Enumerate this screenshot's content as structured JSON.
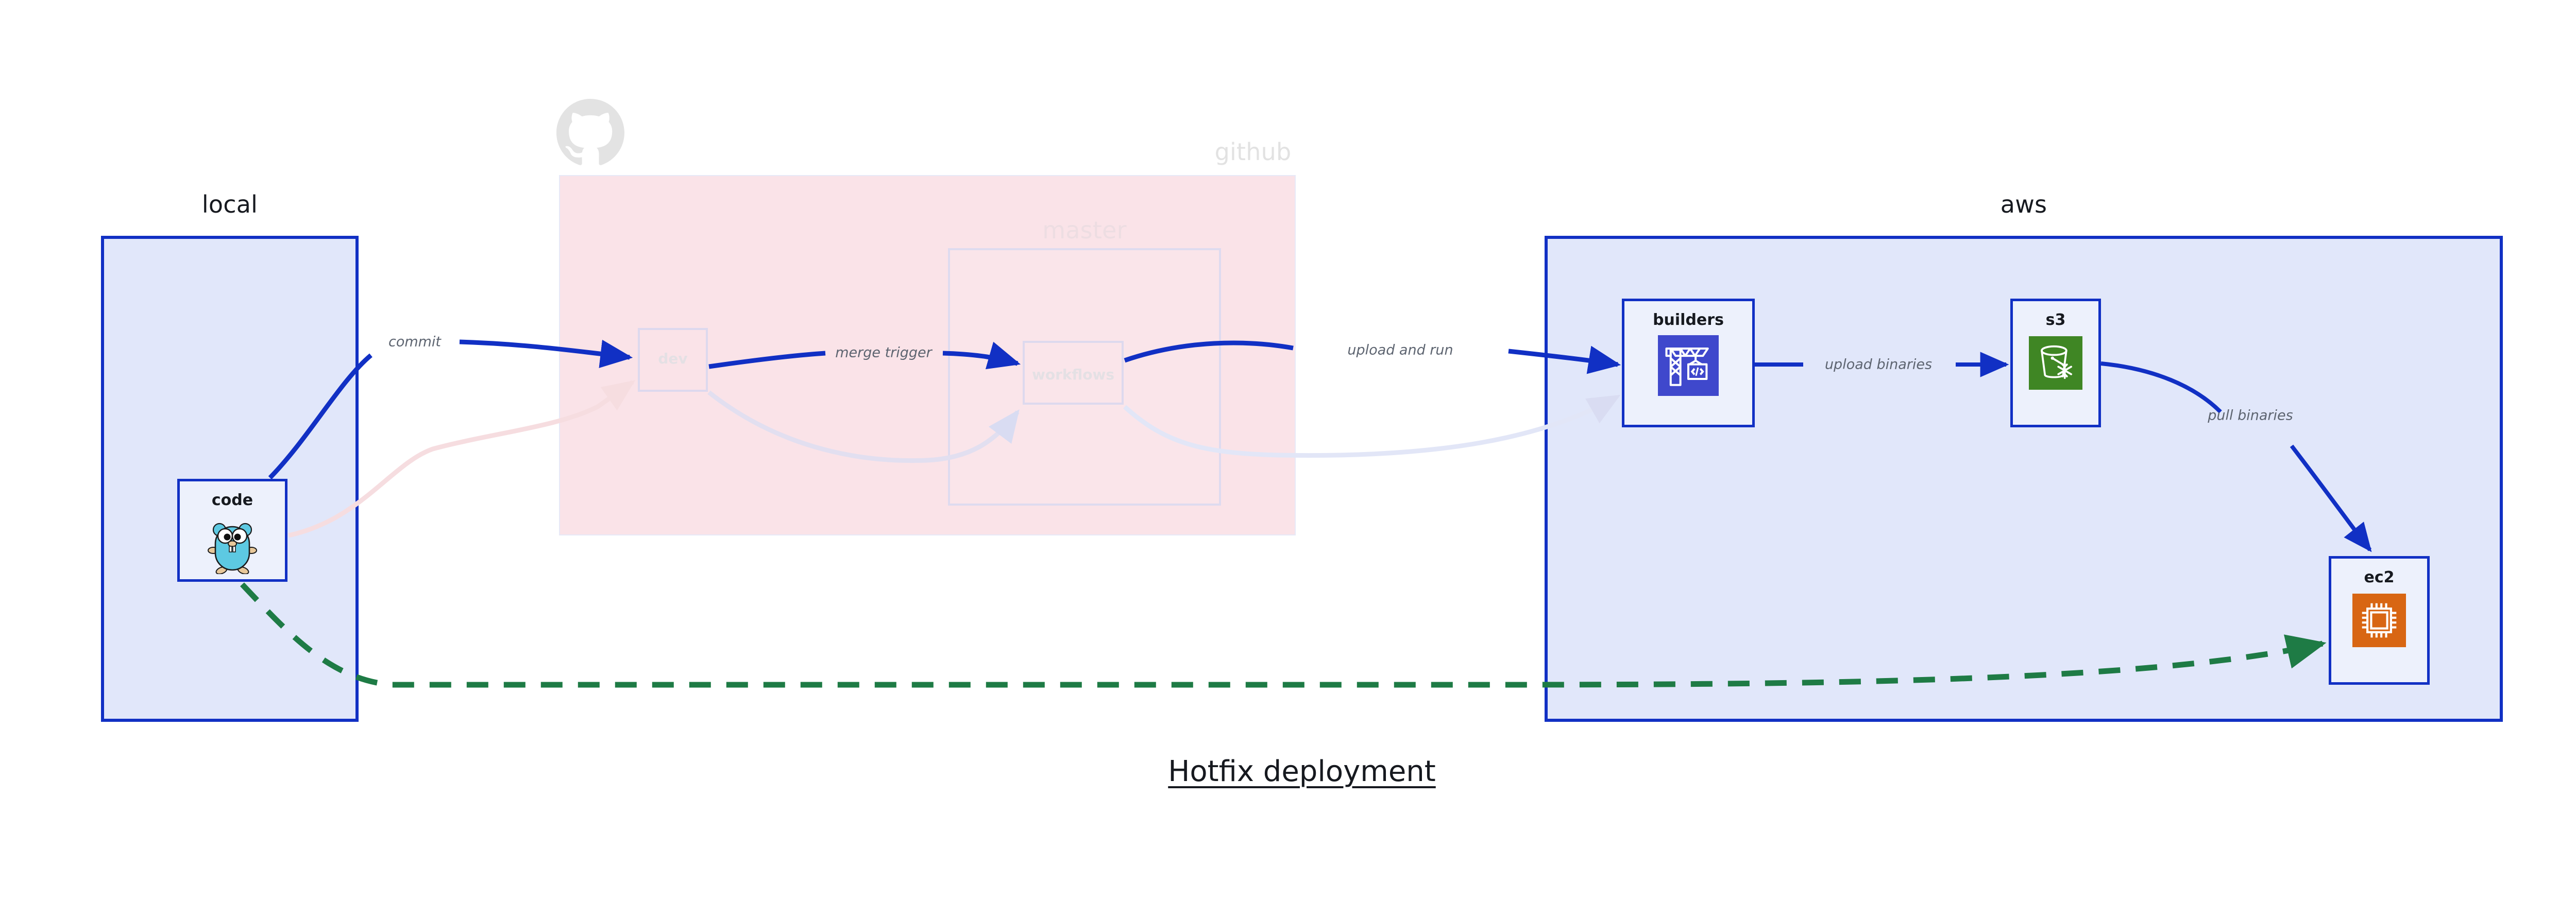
{
  "diagram": {
    "title": "Hotfix deployment",
    "colors": {
      "cluster_border": "#1130C4",
      "cluster_fill": "#E1E7FA",
      "github_fill": "#FAE3E8",
      "edge": "#1130C4",
      "edge_faded": "#d9dcf2",
      "edge_hotfix": "#1E7B45",
      "label_text": "#5d6470",
      "faded_text": "#e4e0e4",
      "builders_icon": "#3F48CC",
      "s3_icon": "#3F8624",
      "ec2_icon": "#D86613",
      "gopher_body": "#5DC9E2"
    },
    "clusters": [
      {
        "id": "local",
        "label": "local",
        "style": "solid"
      },
      {
        "id": "github",
        "label": "github",
        "style": "faded"
      },
      {
        "id": "master",
        "label": "master",
        "style": "faded"
      },
      {
        "id": "aws",
        "label": "aws",
        "style": "solid"
      }
    ],
    "nodes": [
      {
        "id": "code",
        "label": "code",
        "cluster": "local",
        "icon": "golang-gopher-icon",
        "style": "solid"
      },
      {
        "id": "dev",
        "label": "dev",
        "cluster": "github",
        "icon": "branch-icon",
        "style": "faded"
      },
      {
        "id": "workflows",
        "label": "workflows",
        "cluster": "master",
        "icon": "workflow-icon",
        "style": "faded"
      },
      {
        "id": "builders",
        "label": "builders",
        "cluster": "aws",
        "icon": "aws-codebuild-icon",
        "style": "solid"
      },
      {
        "id": "s3",
        "label": "s3",
        "cluster": "aws",
        "icon": "aws-s3-glacier-icon",
        "style": "solid"
      },
      {
        "id": "ec2",
        "label": "ec2",
        "cluster": "aws",
        "icon": "aws-ec2-icon",
        "style": "solid"
      }
    ],
    "edges": [
      {
        "from": "code",
        "to": "dev",
        "label": "commit",
        "style": "solid"
      },
      {
        "from": "dev",
        "to": "workflows",
        "label": "merge trigger",
        "style": "solid"
      },
      {
        "from": "workflows",
        "to": "builders",
        "label": "upload and run",
        "style": "solid"
      },
      {
        "from": "builders",
        "to": "s3",
        "label": "upload binaries",
        "style": "solid"
      },
      {
        "from": "s3",
        "to": "ec2",
        "label": "pull binaries",
        "style": "solid"
      },
      {
        "from": "code",
        "to": "dev",
        "label": "",
        "style": "faded"
      },
      {
        "from": "dev",
        "to": "workflows",
        "label": "",
        "style": "faded"
      },
      {
        "from": "workflows",
        "to": "builders",
        "label": "",
        "style": "faded"
      },
      {
        "from": "code",
        "to": "ec2",
        "label": "",
        "style": "dashed-hotfix"
      }
    ]
  }
}
